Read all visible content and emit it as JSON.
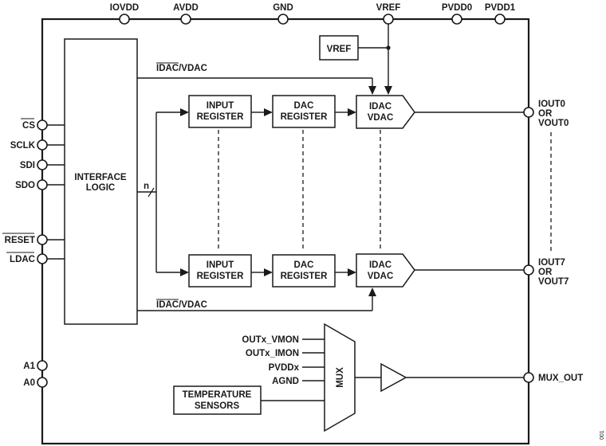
{
  "diagram": {
    "type": "functional-block-diagram",
    "figure_number": "001",
    "top_pins": [
      "IOVDD",
      "AVDD",
      "GND",
      "VREF",
      "PVDD0",
      "PVDD1"
    ],
    "left_pins": {
      "cs": "CS",
      "sclk": "SCLK",
      "sdi": "SDI",
      "sdo": "SDO",
      "reset": "RESET",
      "ldac": "LDAC",
      "a1": "A1",
      "a0": "A0"
    },
    "right_pins": {
      "out0": [
        "IOUT0",
        "OR",
        "VOUT0"
      ],
      "out7": [
        "IOUT7",
        "OR",
        "VOUT7"
      ],
      "mux_out": "MUX_OUT"
    },
    "blocks": {
      "interface_logic": [
        "INTERFACE",
        "LOGIC"
      ],
      "vref": "VREF",
      "input_register": [
        "INPUT",
        "REGISTER"
      ],
      "dac_register": [
        "DAC",
        "REGISTER"
      ],
      "idac_vdac": [
        "IDAC",
        "VDAC"
      ],
      "temperature_sensors": [
        "TEMPERATURE",
        "SENSORS"
      ],
      "mux": "MUX"
    },
    "signals": {
      "idac_vdac_select": "IDAC/VDAC",
      "bus_width": "n"
    },
    "mux_inputs": [
      "OUTx_VMON",
      "OUTx_IMON",
      "PVDDx",
      "AGND"
    ]
  }
}
